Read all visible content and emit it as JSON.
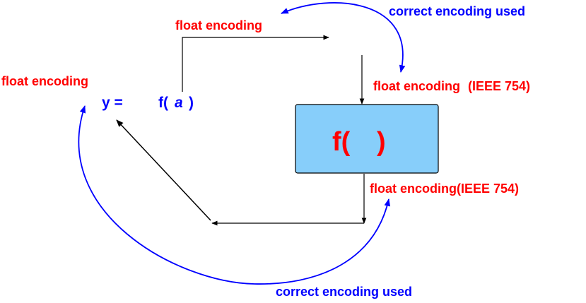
{
  "labels": {
    "top_float": "float encoding",
    "top_correct": "correct encoding used",
    "left_float": "float encoding",
    "ieee_top_prefix": "float encoding",
    "ieee_top_suffix": "(IEEE 754)",
    "ieee_bottom": "float encoding(IEEE 754)",
    "bottom_correct": "correct encoding used",
    "call_y": "y =",
    "call_f": "f(",
    "call_a": "a",
    "call_close": ")",
    "box_f_open": "f(",
    "box_f_close": ")"
  },
  "colors": {
    "red": "#ff0000",
    "blue": "#0000ff",
    "box_fill": "#87cefa",
    "line": "#000000"
  }
}
